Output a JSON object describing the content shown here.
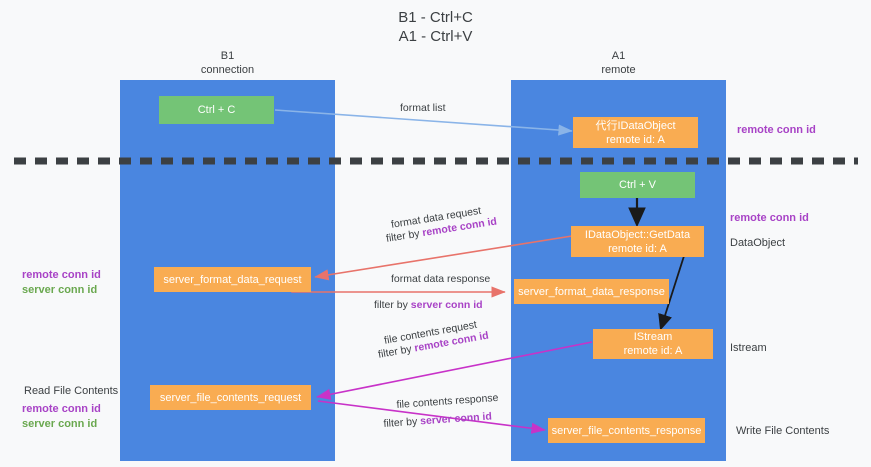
{
  "title": {
    "line1": "B1 - Ctrl+C",
    "line2": "A1 - Ctrl+V"
  },
  "columns": [
    {
      "id": "b1",
      "name": "B1",
      "role": "connection"
    },
    {
      "id": "a1",
      "name": "A1",
      "role": "remote"
    }
  ],
  "nodes": {
    "ctrl_c": "Ctrl + C",
    "ctrl_v": "Ctrl + V",
    "proxy_dataobject_l1": "代行IDataObject",
    "proxy_dataobject_l2": "remote id: A",
    "getdata_l1": "IDataObject::GetData",
    "getdata_l2": "remote id: A",
    "istream_l1": "IStream",
    "istream_l2": "remote id: A",
    "server_format_data_request": "server_format_data_request",
    "server_format_data_response": "server_format_data_response",
    "server_file_contents_request": "server_file_contents_request",
    "server_file_contents_response": "server_file_contents_response"
  },
  "edges": {
    "format_list": "format list",
    "format_data_request": "format data request",
    "format_data_request_filter_pre": "filter by ",
    "format_data_request_filter_key": "remote conn id",
    "format_data_response": "format data response",
    "format_data_response_filter_pre": "filter by ",
    "format_data_response_filter_key": "server conn id",
    "file_contents_request": "file contents request",
    "file_contents_request_filter_pre": "filter by ",
    "file_contents_request_filter_key": "remote conn id",
    "file_contents_response": "file contents response",
    "file_contents_response_filter_pre": "filter by ",
    "file_contents_response_filter_key": "server conn id"
  },
  "right_labels": {
    "remote_conn_id_top": "remote conn id",
    "remote_conn_id_mid": "remote conn id",
    "dataobject": "DataObject",
    "istream": "Istream",
    "write_file_contents": "Write File Contents"
  },
  "left_labels": {
    "remote_conn_id_a": "remote conn id",
    "server_conn_id_a": "server conn id",
    "read_file_contents": "Read File Contents",
    "remote_conn_id_b": "remote conn id",
    "server_conn_id_b": "server conn id"
  },
  "colors": {
    "column_blue": "#4a86e0",
    "node_orange": "#f9ac52",
    "node_green": "#74c476",
    "arrow_lightblue": "#8ab4e8",
    "arrow_red": "#e8736a",
    "arrow_magenta": "#c832c8",
    "arrow_black": "#1a1a1a",
    "divider_dark": "#3c4043",
    "text_purple": "#a843c6",
    "text_green": "#6aa84f"
  }
}
